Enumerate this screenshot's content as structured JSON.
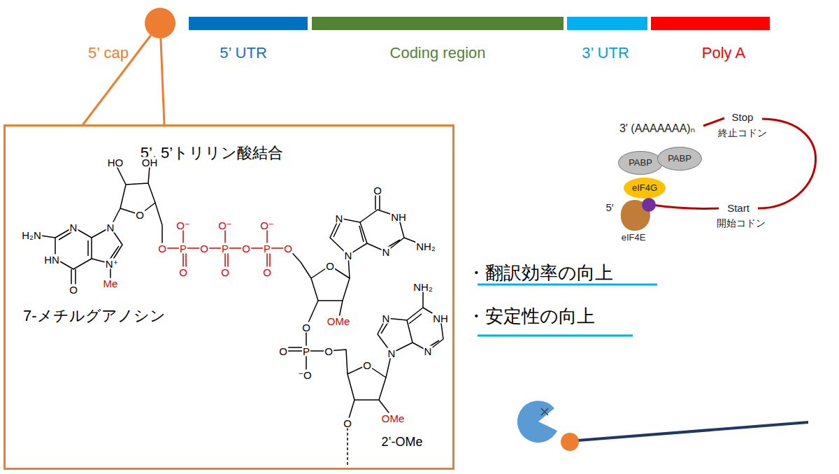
{
  "diagram": {
    "nodes": [
      {
        "text": [
          "5’ cap"
        ]
      },
      {
        "text": [
          "5’ UTR"
        ]
      },
      {
        "text": [
          "Coding region"
        ]
      },
      {
        "text": [
          "3’ UTR"
        ]
      },
      {
        "text": [
          "Poly A"
        ]
      },
      {
        "text": [
          "5’, 5’トリリン酸結合"
        ]
      },
      {
        "text": [
          "PABP"
        ]
      },
      {
        "text": [
          "PABP"
        ]
      },
      {
        "text": [
          "eIF4G"
        ]
      },
      {
        "text": [
          "eIF4E"
        ]
      }
    ],
    "edges": [
      {
        "from": 0,
        "to": 5,
        "arrow": "none"
      }
    ],
    "labels": [
      "HO",
      "OH",
      "H₂N",
      "N",
      "HN",
      "O",
      "N",
      "N⁺",
      "Me",
      "O",
      "O",
      "P",
      "O",
      "P",
      "O",
      "P",
      "O",
      "O⁻",
      "O⁻",
      "O⁻",
      "O",
      "O",
      "O",
      "O",
      "N",
      "N",
      "O",
      "NH",
      "N",
      "NH₂",
      "OMe",
      "O",
      "P",
      "O",
      "O",
      "⁻O",
      "O",
      "N",
      "N",
      "NH₂",
      "NH",
      "N",
      "OMe",
      "O",
      "7-メチルグアノシン",
      "2’-OMe",
      "・翻訳効率の向上",
      "・安定性の向上",
      "3′ (AAAAAAA)ₙ",
      "5′",
      "Stop",
      "終止コドン",
      "Start",
      "開始コドン"
    ]
  }
}
